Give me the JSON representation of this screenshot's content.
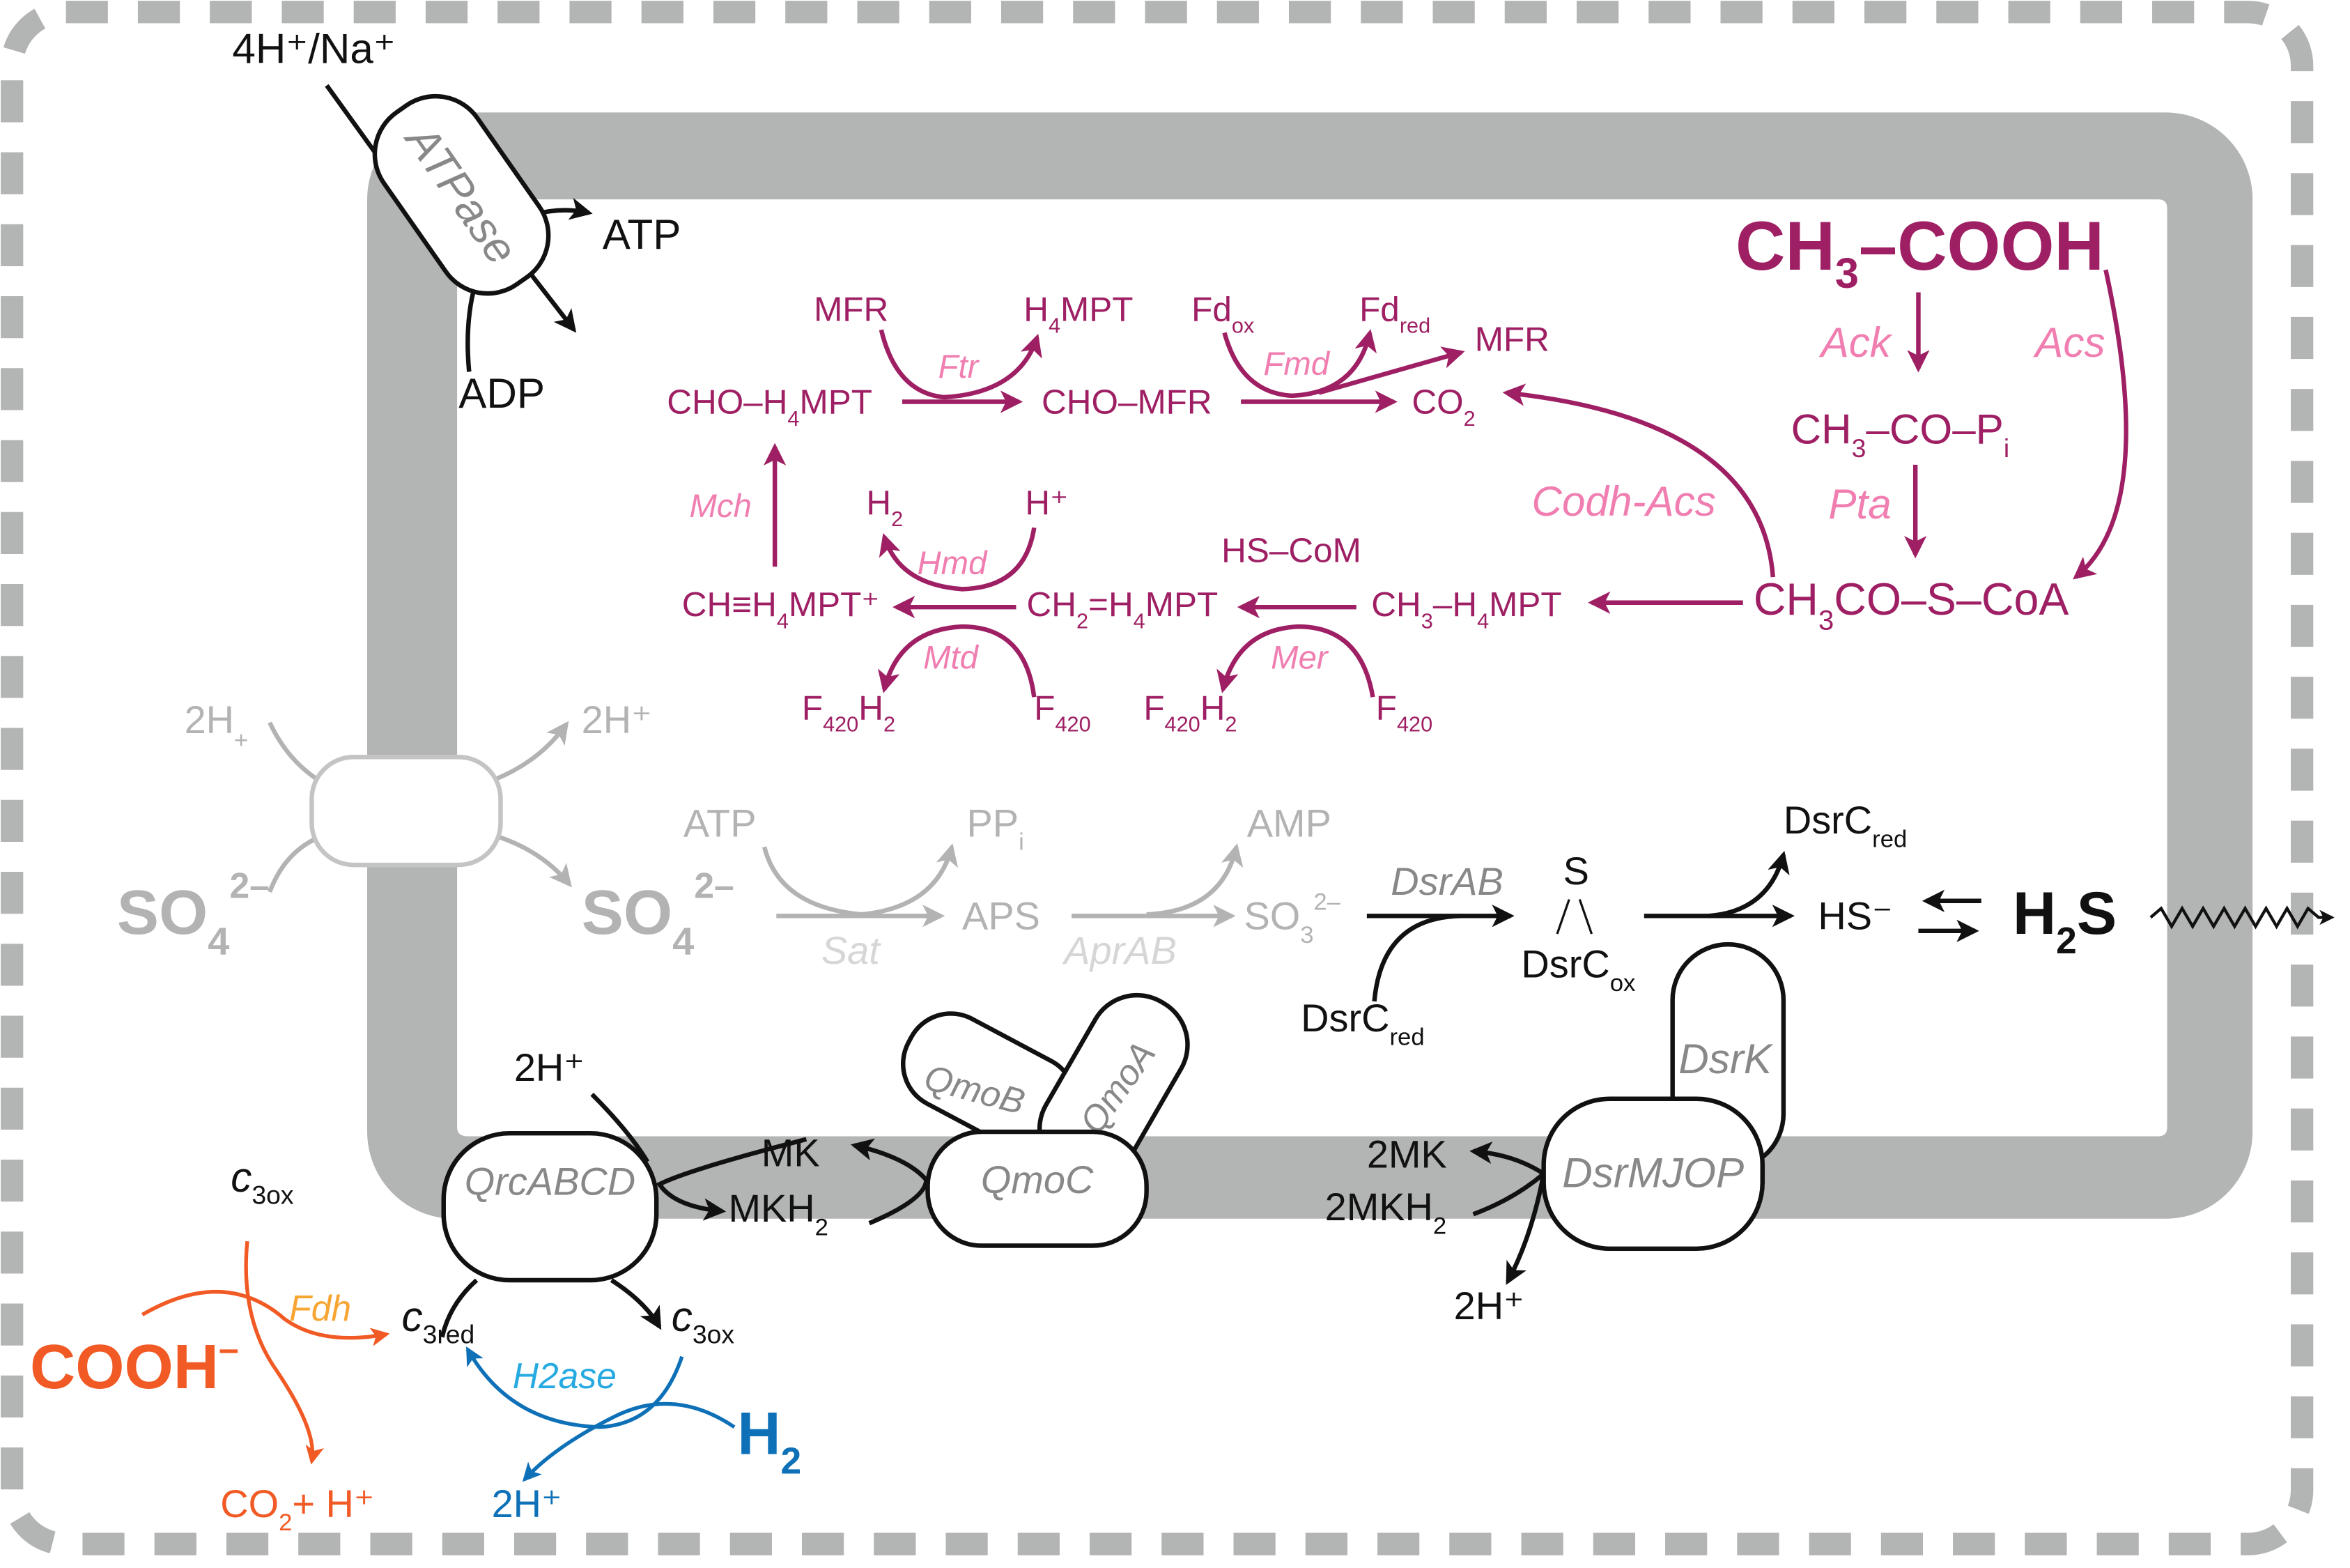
{
  "colors": {
    "methanogenesis": "#9E1F63",
    "enzyme_label": "#F07EB0",
    "membrane": "#B3B5B4",
    "sulfate_inactive": "#B3B3B3",
    "formate": "#F15A24",
    "fdh": "#F7A533",
    "hydrogen": "#0E71B8",
    "h2ase": "#27AAE1",
    "protein_label": "#888888",
    "black": "#111111"
  },
  "atpase": {
    "label": "ATPase",
    "ion": "4H⁺/Na⁺",
    "atp": "ATP",
    "adp": "ADP"
  },
  "acetate": {
    "ch3cooh_main": "CH",
    "ch3cooh_sub": "3",
    "ch3cooh_rest": "–COOH",
    "ack": "Ack",
    "acs": "Acs",
    "acetylp_a": "CH",
    "acetylp_sub": "3",
    "acetylp_b": "–CO–P",
    "acetylp_sub2": "i",
    "pta": "Pta",
    "acetylcoa_a": "CH",
    "acetylcoa_sub": "3",
    "acetylcoa_b": "CO–S–CoA",
    "codh": "Codh-Acs"
  },
  "methyl_branch": {
    "mfr1": "MFR",
    "h4mpt_a": "H",
    "h4mpt_sub": "4",
    "h4mpt_b": "MPT",
    "ftr": "Ftr",
    "fdox_a": "Fd",
    "fdox_sub": "ox",
    "fdred_a": "Fd",
    "fdred_sub": "red",
    "mfr2": "MFR",
    "fmd": "Fmd",
    "cho_h4mpt_a": "CHO–H",
    "cho_h4mpt_sub": "4",
    "cho_h4mpt_b": "MPT",
    "cho_mfr": "CHO–MFR",
    "co2_a": "CO",
    "co2_sub": "2",
    "mch": "Mch",
    "h2_a": "H",
    "h2_sub": "2",
    "hplus": "H⁺",
    "hmd": "Hmd",
    "hscom": "HS–CoM",
    "methenyl_a": "CH≡H",
    "methenyl_sub": "4",
    "methenyl_b": "MPT⁺",
    "methylene_a": "CH",
    "methylene_sub": "2",
    "methylene_b": "=H",
    "methylene_sub2": "4",
    "methylene_c": "MPT",
    "methyl_a": "CH",
    "methyl_sub": "3",
    "methyl_b": "–H",
    "methyl_sub2": "4",
    "methyl_c": "MPT",
    "mtd": "Mtd",
    "mer": "Mer",
    "f420h2_a": "F",
    "f420h2_sub": "420",
    "f420h2_b": "H",
    "f420h2_sub2": "2",
    "f420_a": "F",
    "f420_sub": "420"
  },
  "sulfate": {
    "h_in": "2H",
    "h_in_sub": "+",
    "h_out": "2H⁺",
    "so4_out_a": "SO",
    "so4_out_sub": "4",
    "so4_out_sup": "2–",
    "so4_in_a": "SO",
    "so4_in_sub": "4",
    "so4_in_sup": "2–",
    "atp": "ATP",
    "ppi_a": "PP",
    "ppi_sub": "i",
    "amp": "AMP",
    "sat": "Sat",
    "aps": "APS",
    "aprab": "AprAB",
    "so3_a": "SO",
    "so3_sub": "3",
    "so3_sup": "2–"
  },
  "dsr": {
    "dsrab": "DsrAB",
    "s": "S",
    "dsrc_ox_a": "DsrC",
    "dsrc_ox_sub": "ox",
    "dsrc_red_in_a": "DsrC",
    "dsrc_red_in_sub": "red",
    "dsrc_red_out_a": "DsrC",
    "dsrc_red_out_sub": "red",
    "hs": "HS⁻",
    "h2s_a": "H",
    "h2s_sub": "2",
    "h2s_b": "S",
    "dsrk": "DsrK",
    "dsrmjop": "DsrMJOP",
    "two_mk": "2MK",
    "two_mkh2_a": "2MKH",
    "two_mkh2_sub": "2",
    "two_h": "2H⁺"
  },
  "qrc_qmo": {
    "qrcabcd": "QrcABCD",
    "qmoa": "QmoA",
    "qmob": "QmoB",
    "qmoc": "QmoC",
    "two_h": "2H⁺",
    "mk": "MK",
    "mkh2_a": "MKH",
    "mkh2_sub": "2",
    "c3red_a": "c",
    "c3red_sub": "3red",
    "c3ox_a": "c",
    "c3ox_sub": "3ox"
  },
  "periplasm": {
    "c3ox_a": "c",
    "c3ox_sub": "3ox",
    "cooh": "COOH",
    "cooh_sup": "–",
    "fdh": "Fdh",
    "co2h_a": "CO",
    "co2h_sub": "2",
    "co2h_b": "+ H⁺",
    "h2ase": "H2ase",
    "h2_a": "H",
    "h2_sub": "2",
    "two_h": "2H⁺"
  }
}
